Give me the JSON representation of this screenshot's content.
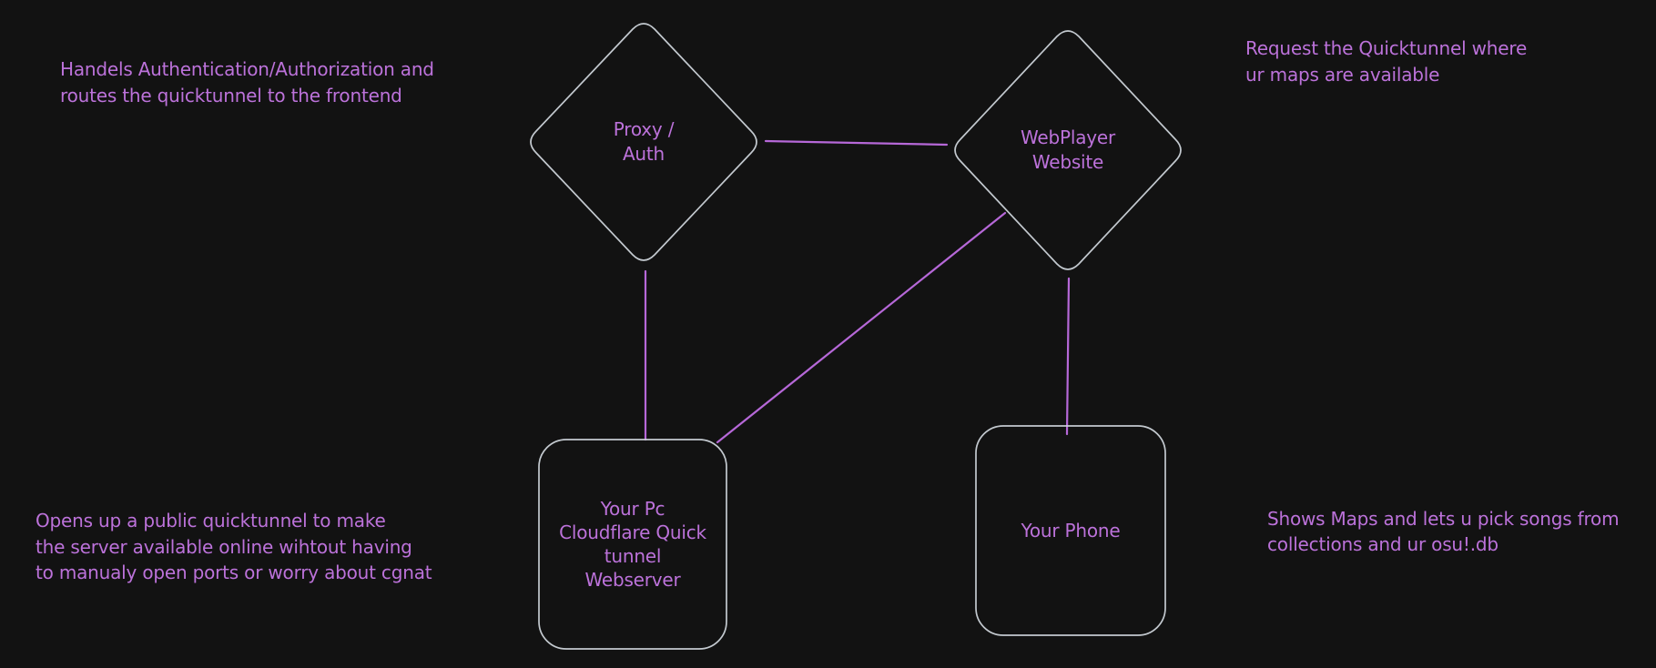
{
  "colors": {
    "background": "#121212",
    "shape_stroke": "#ced4da",
    "text_purple": "#bc72da",
    "connector_purple": "#b668d8"
  },
  "nodes": {
    "proxy_auth": {
      "label": "Proxy /\nAuth",
      "shape": "diamond"
    },
    "webplayer": {
      "label": "WebPlayer\nWebsite",
      "shape": "diamond"
    },
    "your_pc": {
      "label": "Your Pc\nCloudflare Quick\ntunnel\nWebserver",
      "shape": "rounded-rectangle"
    },
    "your_phone": {
      "label": "Your Phone",
      "shape": "rounded-rectangle"
    }
  },
  "edges": [
    {
      "from": "proxy_auth",
      "to": "webplayer"
    },
    {
      "from": "proxy_auth",
      "to": "your_pc"
    },
    {
      "from": "webplayer",
      "to": "your_pc"
    },
    {
      "from": "webplayer",
      "to": "your_phone"
    }
  ],
  "annotations": {
    "auth_note": {
      "text": "Handels Authentication/Authorization and\nroutes the quicktunnel to the frontend"
    },
    "request_note": {
      "text": "Request the Quicktunnel where\nur maps are available"
    },
    "tunnel_note": {
      "text": "Opens up a public quicktunnel to make\nthe server available online wihtout having\nto manualy open ports or worry about cgnat"
    },
    "maps_note": {
      "text": "Shows Maps and lets u pick songs from\ncollections and ur osu!.db"
    }
  }
}
